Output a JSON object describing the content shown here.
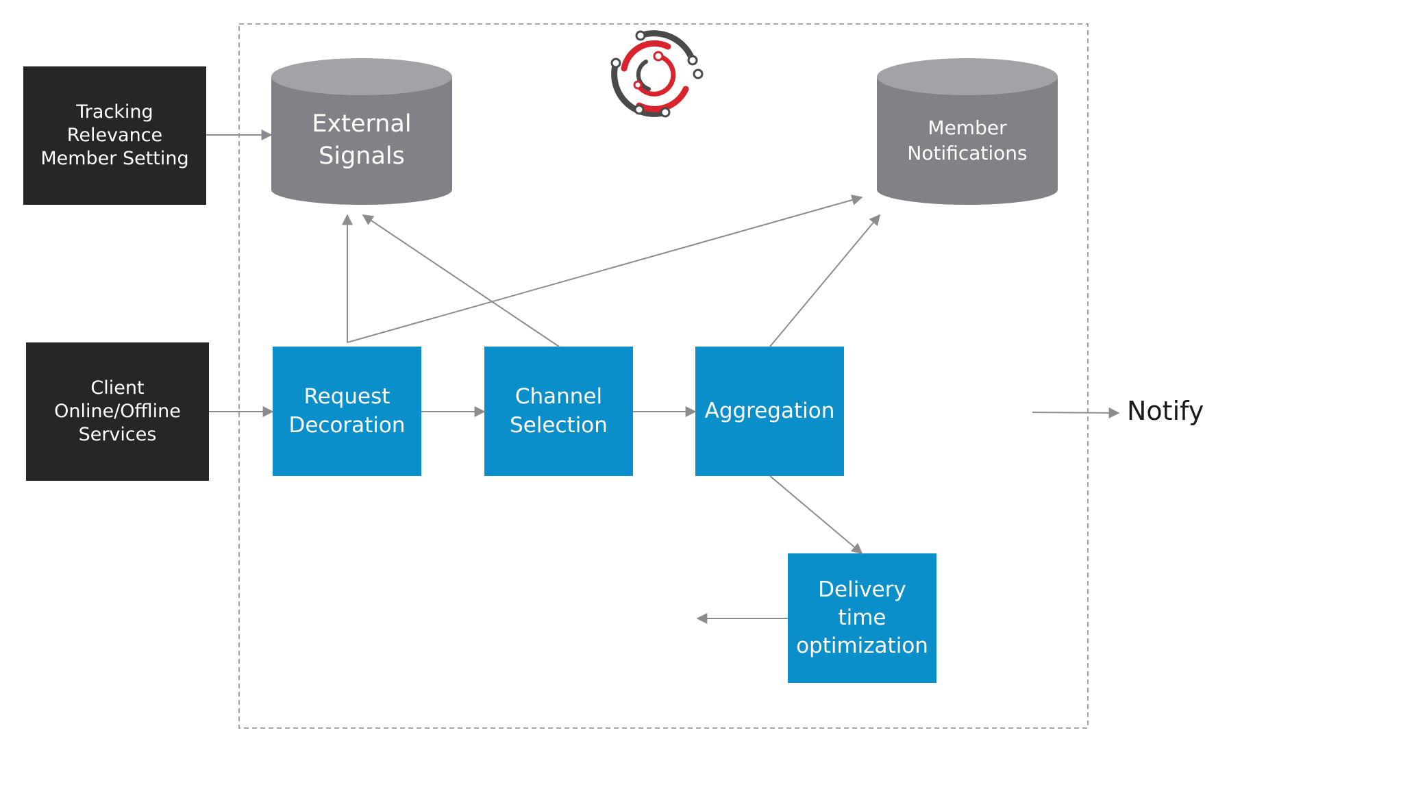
{
  "sources": {
    "tracking": "Tracking\nRelevance\nMember Setting",
    "client": "Client\nOnline/Offline\nServices"
  },
  "stores": {
    "external_signals": "External\nSignals",
    "member_notifications": "Member\nNotifications"
  },
  "stages": {
    "request_decoration": "Request\nDecoration",
    "channel_selection": "Channel\nSelection",
    "aggregation": "Aggregation",
    "delivery_time": "Delivery\ntime\noptimization"
  },
  "output": {
    "notify": "Notify"
  },
  "colors": {
    "source_fill": "#262626",
    "stage_fill": "#0a8fcb",
    "store_fill": "#808287",
    "store_top": "#a1a3a7",
    "arrow": "#8c8c8c",
    "frame": "#a6a6a6",
    "logo_red": "#d9232d",
    "logo_gray": "#4a4a4a"
  },
  "icons": {
    "logo": "circular-logo-icon"
  }
}
